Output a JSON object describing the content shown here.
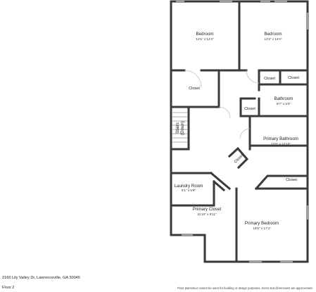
{
  "rooms": {
    "bedroom_left": {
      "name": "Bedroom",
      "dims": "12'1\" x 12'4\""
    },
    "bedroom_right": {
      "name": "Bedroom",
      "dims": "12'2\" x 12'4\""
    },
    "closet_left": {
      "name": "Closet"
    },
    "closet_top_a": {
      "name": "Closet"
    },
    "closet_top_b": {
      "name": "Closet"
    },
    "bathroom": {
      "name": "Bathroom",
      "dims": "8'7\" x 5'0\""
    },
    "closet_small": {
      "name": "Closet"
    },
    "stairs": {
      "name": "Stairs",
      "sub": "(Down)"
    },
    "primary_bathroom": {
      "name": "Primary Bathroom",
      "dims": "12'5\" x 12'10\""
    },
    "closet_angled": {
      "name": "Closet"
    },
    "closet_right": {
      "name": "Closet"
    },
    "laundry": {
      "name": "Laundry Room",
      "dims": "6'1\" x 5'9\""
    },
    "primary_closet": {
      "name": "Primary Closet",
      "dims": "11'10\" x 9'11\""
    },
    "primary_bedroom": {
      "name": "Primary Bedroom",
      "dims": "18'5\" x 17'4\""
    }
  },
  "footer": {
    "address": "2160 Lily Valley Dr, Lawrenceville, GA 30045",
    "floor": "Floor 2",
    "disclaimer": "Floor plans/tour cannot be used for building or design purposes. Sizes and dimensions are approximate."
  },
  "colors": {
    "wall": "#3a3a3a",
    "window": "#9aa0a6",
    "background": "#ffffff"
  }
}
